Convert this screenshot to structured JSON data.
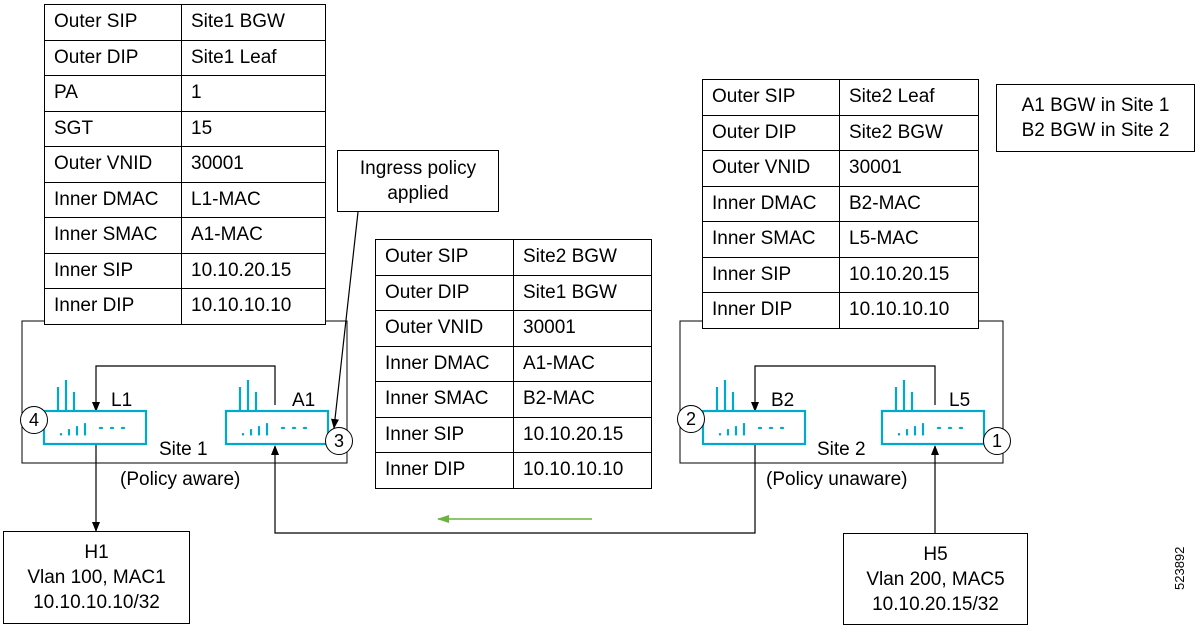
{
  "site1_header_table": [
    [
      "Outer SIP",
      "Site1 BGW"
    ],
    [
      "Outer DIP",
      "Site1 Leaf"
    ],
    [
      "PA",
      "1"
    ],
    [
      "SGT",
      "15"
    ],
    [
      "Outer VNID",
      "30001"
    ],
    [
      "Inner DMAC",
      "L1-MAC"
    ],
    [
      "Inner SMAC",
      "A1-MAC"
    ],
    [
      "Inner SIP",
      "10.10.20.15"
    ],
    [
      "Inner DIP",
      "10.10.10.10"
    ]
  ],
  "inter_site_header_table": [
    [
      "Outer SIP",
      "Site2 BGW"
    ],
    [
      "Outer DIP",
      "Site1 BGW"
    ],
    [
      "Outer VNID",
      "30001"
    ],
    [
      "Inner DMAC",
      "A1-MAC"
    ],
    [
      "Inner SMAC",
      "B2-MAC"
    ],
    [
      "Inner SIP",
      "10.10.20.15"
    ],
    [
      "Inner DIP",
      "10.10.10.10"
    ]
  ],
  "site2_header_table": [
    [
      "Outer SIP",
      "Site2 Leaf"
    ],
    [
      "Outer DIP",
      "Site2 BGW"
    ],
    [
      "Outer VNID",
      "30001"
    ],
    [
      "Inner DMAC",
      "B2-MAC"
    ],
    [
      "Inner SMAC",
      "L5-MAC"
    ],
    [
      "Inner SIP",
      "10.10.20.15"
    ],
    [
      "Inner DIP",
      "10.10.10.10"
    ]
  ],
  "legend": {
    "line1": "A1 BGW in Site 1",
    "line2": "B2 BGW in Site 2"
  },
  "callout": {
    "line1": "Ingress policy",
    "line2": "applied"
  },
  "site1": {
    "name": "Site 1",
    "policy": "(Policy aware)"
  },
  "site2": {
    "name": "Site 2",
    "policy": "(Policy unaware)"
  },
  "devices": {
    "l1": "L1",
    "a1": "A1",
    "b2": "B2",
    "l5": "L5"
  },
  "steps": {
    "s1": "1",
    "s2": "2",
    "s3": "3",
    "s4": "4"
  },
  "hosts": {
    "h1": {
      "name": "H1",
      "vlan": "Vlan 100, MAC1",
      "ip": "10.10.10.10/32"
    },
    "h5": {
      "name": "H5",
      "vlan": "Vlan 200, MAC5",
      "ip": "10.10.20.15/32"
    }
  },
  "figure_id": "523892",
  "colors": {
    "device": "#00a9ce",
    "flow_arrow": "#6ab43e",
    "line": "#000000"
  },
  "icons": {
    "switch": "switch-icon"
  }
}
